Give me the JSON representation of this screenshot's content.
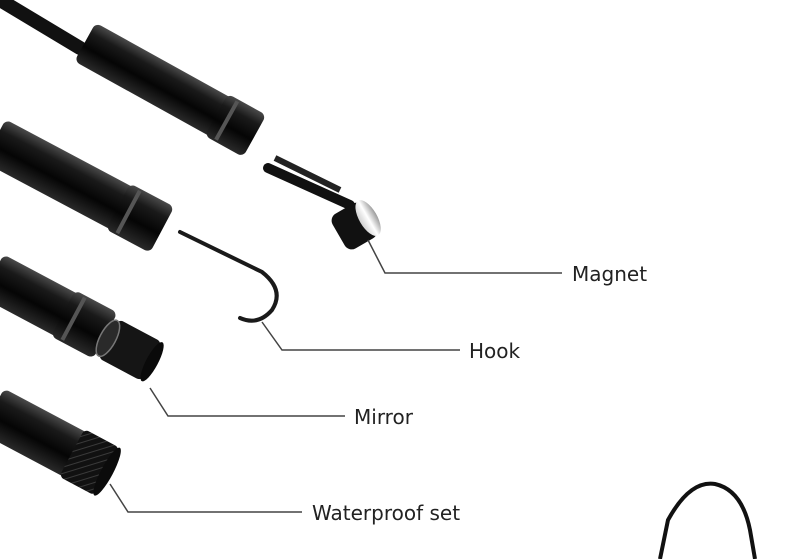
{
  "labels": {
    "magnet": "Magnet",
    "hook": "Hook",
    "mirror": "Mirror",
    "waterproof": "Waterproof set"
  },
  "colors": {
    "background": "#ffffff",
    "body": "#141414",
    "highlight": "#5a5a5a",
    "leader_line": "#444444",
    "text": "#222222"
  }
}
